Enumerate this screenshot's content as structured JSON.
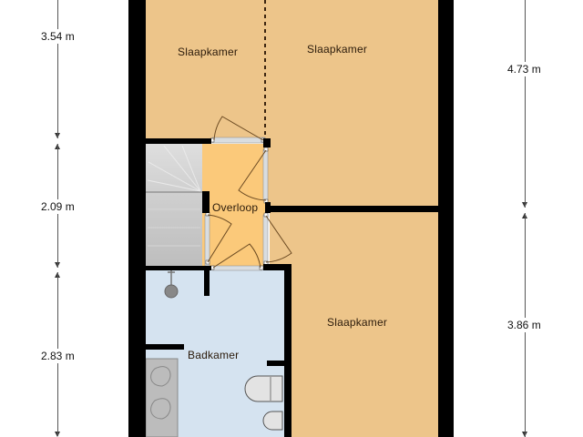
{
  "floorplan": {
    "colors": {
      "bedroom": "#EDC58A",
      "landing": "#FBC97A",
      "bathroom": "#D5E3F0",
      "stairs": "#C8C8C8",
      "wall": "#000000",
      "door_swing": "#6B4A22"
    },
    "rooms": [
      {
        "name": "Slaapkamer",
        "id": "bedroom-top-left"
      },
      {
        "name": "Slaapkamer",
        "id": "bedroom-top-right"
      },
      {
        "name": "Overloop",
        "id": "landing"
      },
      {
        "name": "Slaapkamer",
        "id": "bedroom-bottom-right"
      },
      {
        "name": "Badkamer",
        "id": "bathroom"
      }
    ],
    "dimensions": {
      "left": [
        {
          "value": "3.54 m"
        },
        {
          "value": "2.09 m"
        },
        {
          "value": "2.83 m"
        }
      ],
      "right": [
        {
          "value": "4.73 m"
        },
        {
          "value": "3.86 m"
        }
      ]
    }
  }
}
